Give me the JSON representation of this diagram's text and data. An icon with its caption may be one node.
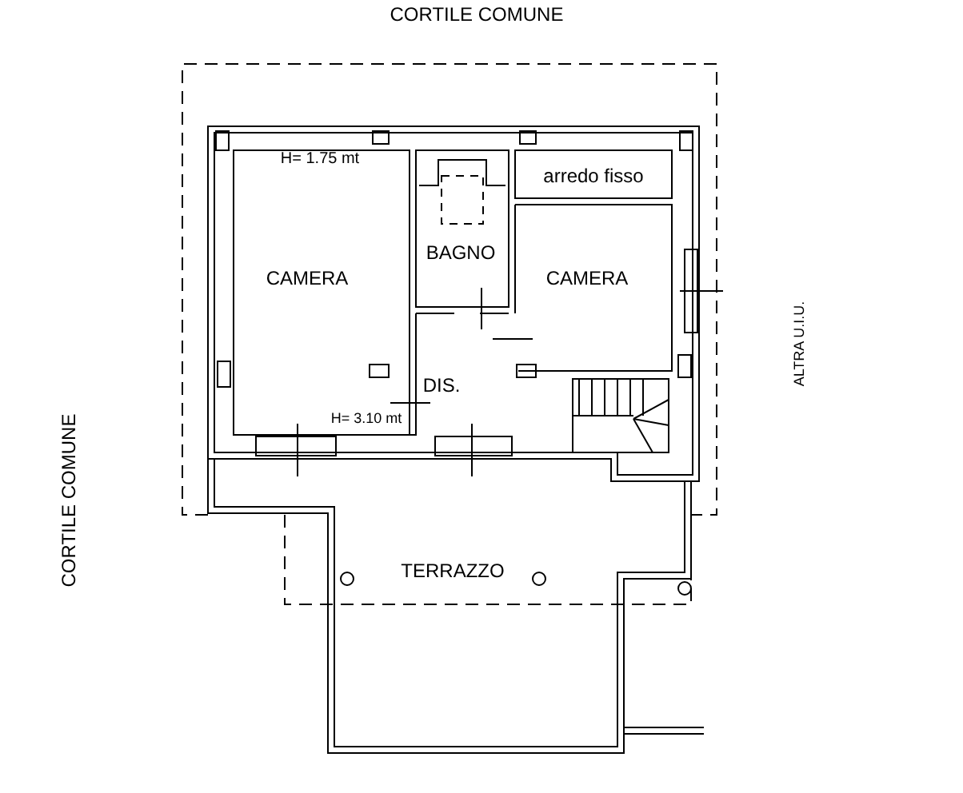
{
  "diagram": {
    "labels": [
      "CORTILE COMUNE",
      "H= 1.75 mt",
      "arredo fisso",
      "BAGNO",
      "CAMERA",
      "CAMERA",
      "ALTRA U.I.U.",
      "DIS.",
      "H= 3.10 mt",
      "CORTILE COMUNE",
      "TERRAZZO"
    ]
  }
}
